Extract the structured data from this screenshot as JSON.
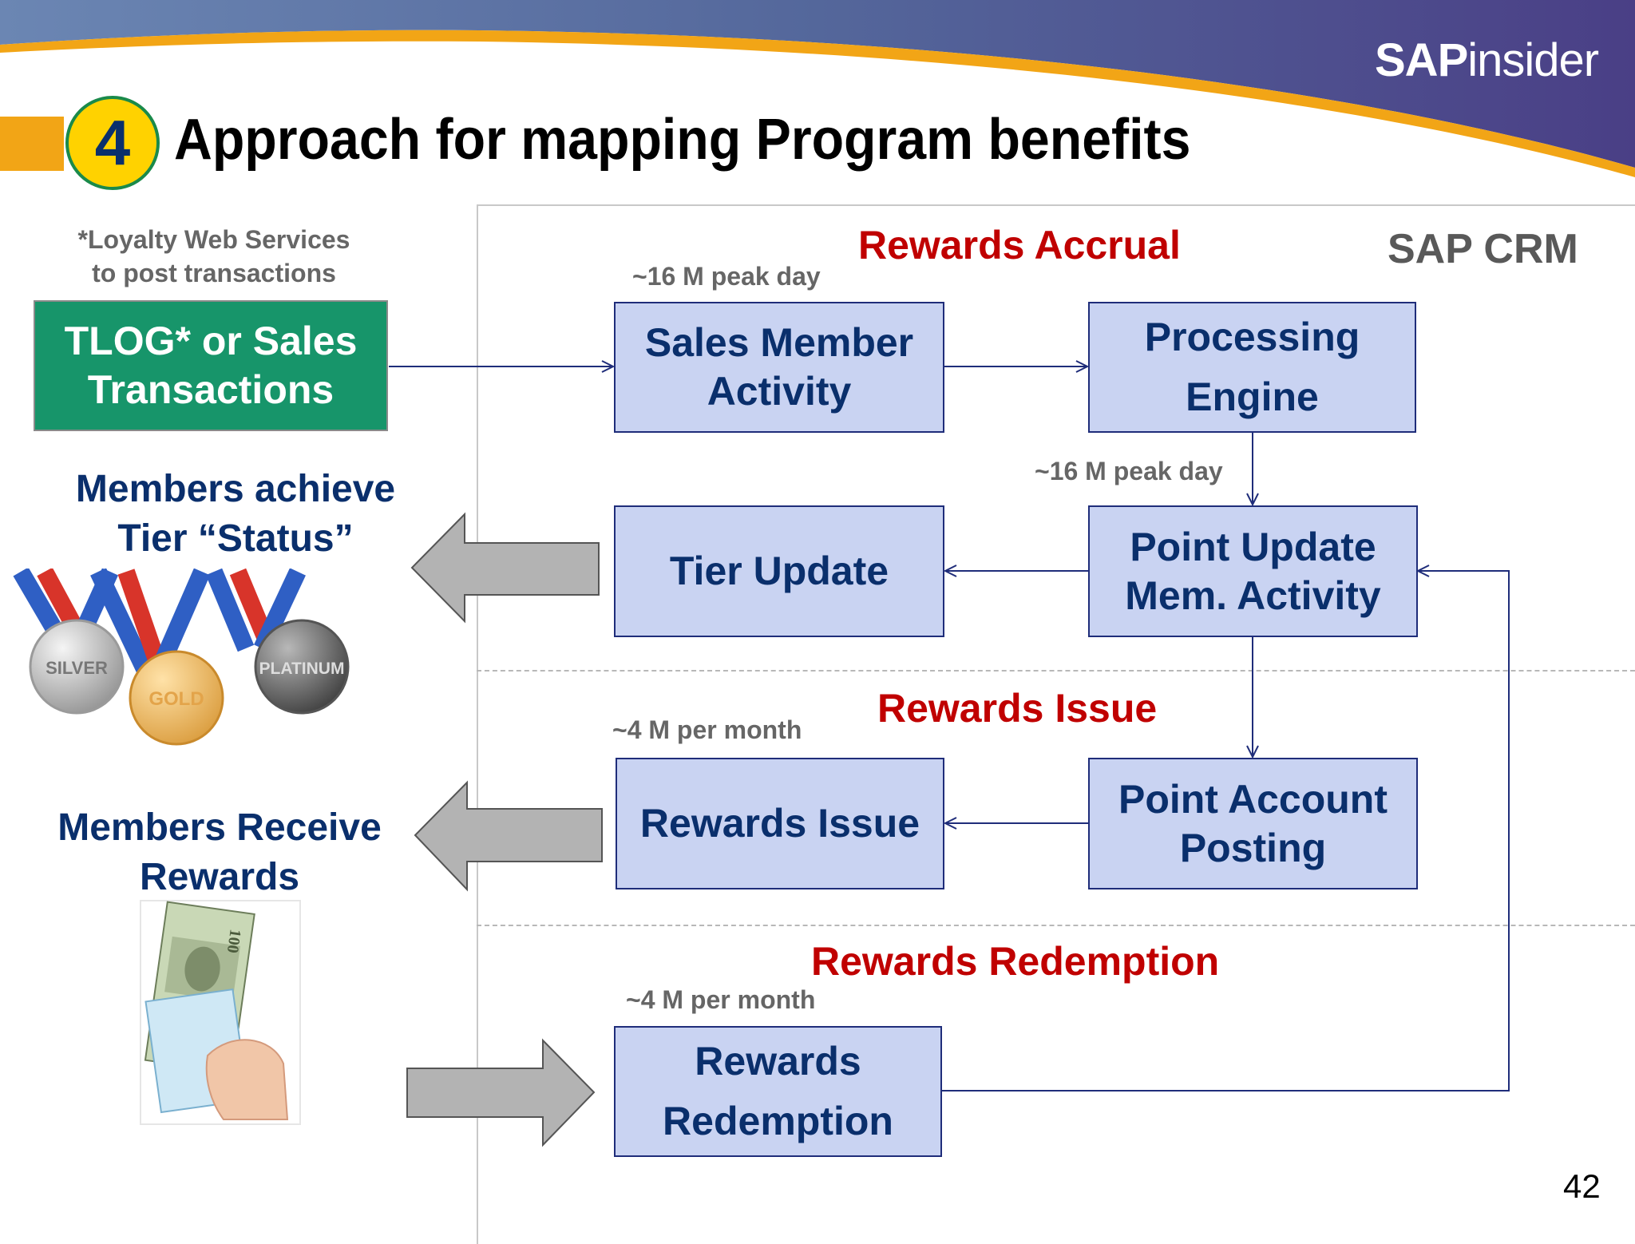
{
  "brand": {
    "bold": "SAP",
    "light": "insider"
  },
  "slide": {
    "number_badge": "4",
    "title": "Approach for mapping Program benefits",
    "page_number": "42"
  },
  "left": {
    "note": [
      "*Loyalty Web Services",
      "to post transactions"
    ],
    "tlog_box": [
      "TLOG* or Sales",
      "Transactions"
    ],
    "tier_heading": [
      "Members achieve",
      "Tier “Status”"
    ],
    "medals": [
      "SILVER",
      "GOLD",
      "PLATINUM"
    ],
    "rewards_heading": [
      "Members Receive",
      "Rewards"
    ]
  },
  "crm": {
    "label": "SAP CRM",
    "sections": {
      "accrual": "Rewards Accrual",
      "issue": "Rewards Issue",
      "redemption": "Rewards Redemption"
    },
    "volume_notes": {
      "sales_activity": "~16 M peak day",
      "processing": "~16 M peak day",
      "issue": "~4 M per month",
      "redemption": "~4 M per month"
    },
    "boxes": {
      "sales_member_activity": [
        "Sales Member",
        "Activity"
      ],
      "processing_engine": [
        "Processing",
        "Engine"
      ],
      "tier_update": "Tier Update",
      "point_update": [
        "Point Update",
        "Mem. Activity"
      ],
      "rewards_issue": "Rewards Issue",
      "point_account_posting": [
        "Point Account",
        "Posting"
      ],
      "rewards_redemption": [
        "Rewards",
        "Redemption"
      ]
    }
  },
  "colors": {
    "box_fill": "#c9d3f2",
    "box_text": "#0a2f6c",
    "section_title": "#c00000",
    "tlog_fill": "#17956a",
    "arrow_gray": "#b3b3b3",
    "badge": "#ffd200"
  }
}
